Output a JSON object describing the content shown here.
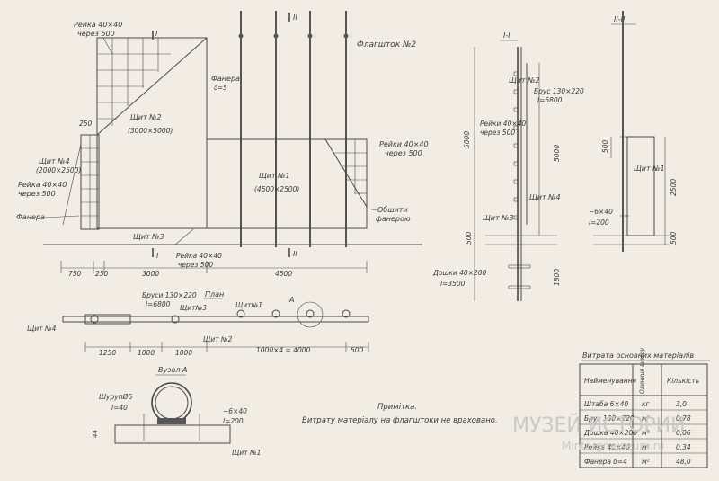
{
  "labels": {
    "section_1_mark": "I",
    "section_2_mark": "II",
    "flagpole": "Флагшток №2",
    "rail_top": "Рейка 40×40",
    "rail_top_2": "через 500",
    "plywood_top": "Фанера",
    "plywood_top_2": "δ=5",
    "shield2": "Щит №2",
    "shield2_size": "(3000×5000)",
    "shield4": "Щит №4",
    "shield4_size": "(2000×2500)",
    "rail_left": "Рейка 40×40",
    "rail_left_2": "через 500",
    "plywood_left": "Фанера",
    "shield1": "Щит №1",
    "shield1_size": "(4500×2500)",
    "rail_right": "Рейки 40×40",
    "rail_right_2": "через 500",
    "sheath": "Обшити",
    "sheath_2": "фанерою",
    "shield3": "Щит №3",
    "rail_bottom": "Рейка 40×40",
    "rail_bottom_2": "через 500",
    "dim_250_side": "250",
    "dim_750": "750",
    "dim_250": "250",
    "dim_3000": "3000",
    "dim_4500": "4500",
    "sec1_title": "І-І",
    "sec1_shield2": "Щит №2",
    "sec1_beam": "Брус 130×220",
    "sec1_beam_l": "l=6800",
    "sec1_rails": "Рейки 40×40",
    "sec1_rails_2": "через 500",
    "sec1_shield4": "Щит №4",
    "sec1_shield3": "Щит №3",
    "sec1_5000_left": "5000",
    "sec1_5000_right": "5000",
    "sec1_500": "500",
    "sec1_1800": "1800",
    "sec1_boards": "Дошки 40×200",
    "sec1_boards_l": "l=3500",
    "sec2_title": "ІІ-ІІ",
    "sec2_shield1": "Щит №1",
    "sec2_strip": "−6×40",
    "sec2_strip_l": "l=200",
    "sec2_500_top": "500",
    "sec2_2500": "2500",
    "sec2_500_bottom": "500",
    "plan_title": "План",
    "plan_beams": "Бруси 130×220",
    "plan_beams_l": "l=6800",
    "plan_shield3": "Щит№3",
    "plan_shield1": "Щит№1",
    "plan_a": "А",
    "plan_shield4": "Щит №4",
    "plan_shield2": "Щит №2",
    "plan_1250": "1250",
    "plan_1000a": "1000",
    "plan_1000b": "1000",
    "plan_4000": "1000×4 = 4000",
    "plan_500": "500",
    "node_title": "Вузол А",
    "node_screw": "ШурупØ6",
    "node_screw_l": "l=40",
    "node_strip": "−6×40",
    "node_strip_l": "l=200",
    "node_44": "44",
    "node_shield1": "Щит №1",
    "note_title": "Примітка.",
    "note_text": "Витрату матеріалу на флагштоки не враховано.",
    "watermark": "МУЗЕЙ ИСТОРИИ",
    "watermark_2": "Mintorgmuseum.ru"
  },
  "table": {
    "title": "Витрата основних матеріалів",
    "headers": [
      "Найменування",
      "Одиниця виміру",
      "Кількість"
    ],
    "rows": [
      [
        "Штаба 6×40",
        "кг",
        "3,0"
      ],
      [
        "Брус 130×220",
        "м³",
        "0,78"
      ],
      [
        "Дошка 40×200",
        "м³",
        "0,06"
      ],
      [
        "Рейка 40×40",
        "м³",
        "0,34"
      ],
      [
        "Фанера δ=4",
        "м²",
        "48,0"
      ]
    ]
  }
}
